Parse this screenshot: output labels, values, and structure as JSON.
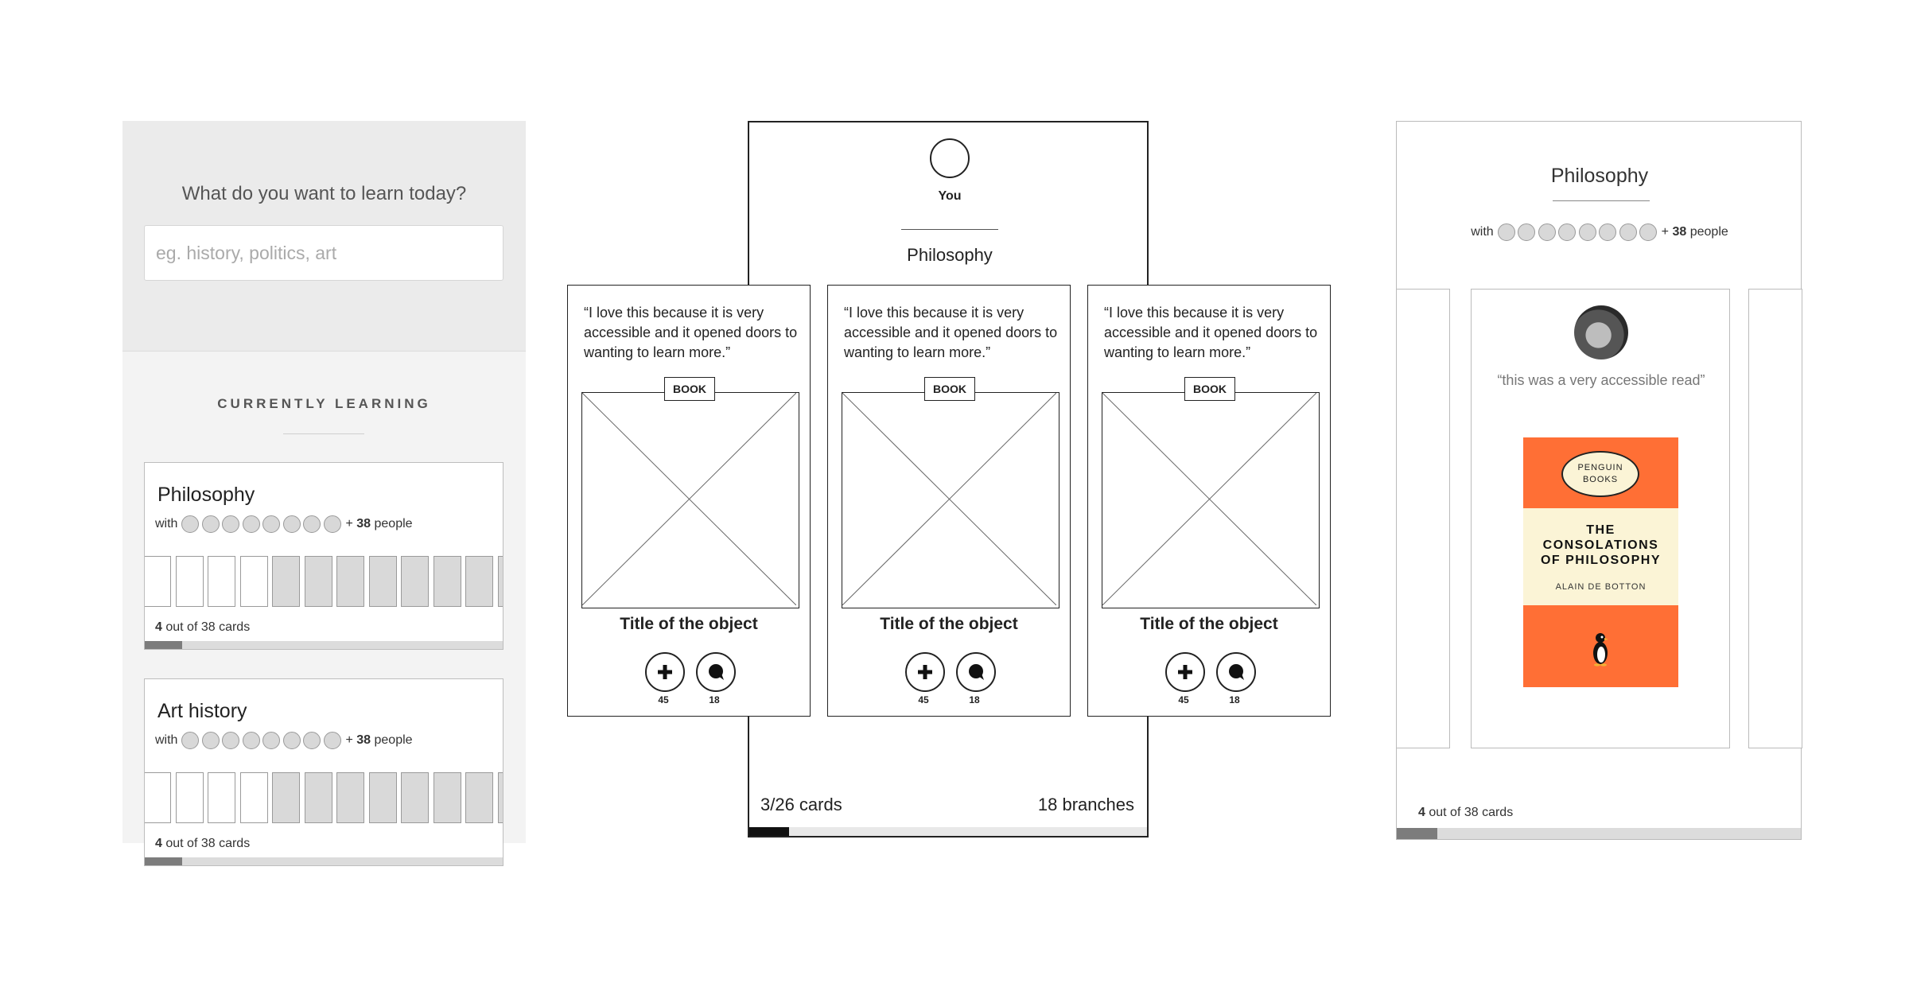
{
  "learn_screen": {
    "question": "What do you want to learn today?",
    "search_placeholder": "eg. history, politics, art",
    "section_title": "CURRENTLY LEARNING",
    "topics": [
      {
        "title": "Philosophy",
        "with_label": "with",
        "plus": "+",
        "people_count": "38",
        "people_label": "people",
        "cards_done": "4",
        "cards_text": "out of 38 cards",
        "progress": 0.105
      },
      {
        "title": "Art history",
        "with_label": "with",
        "plus": "+",
        "people_count": "38",
        "people_label": "people",
        "cards_done": "4",
        "cards_text": "out of 38 cards",
        "progress": 0.105
      }
    ]
  },
  "branch_screen": {
    "user_label": "You",
    "topic": "Philosophy",
    "cards_label": "3/26 cards",
    "branches_label": "18 branches",
    "progress": 0.1,
    "object_cards": [
      {
        "quote": "“I love this because it is very accessible and it opened doors to wanting to learn more.”",
        "badge": "BOOK",
        "title": "Title of the object",
        "add_count": "45",
        "comment_count": "18"
      },
      {
        "quote": "“I love this because it is very accessible and it opened doors to wanting to learn more.”",
        "badge": "BOOK",
        "title": "Title of the object",
        "add_count": "45",
        "comment_count": "18"
      },
      {
        "quote": "“I love this because it is very accessible and it opened doors to wanting to learn more.”",
        "badge": "BOOK",
        "title": "Title of the object",
        "add_count": "45",
        "comment_count": "18"
      }
    ]
  },
  "detail_screen": {
    "topic": "Philosophy",
    "with_label": "with",
    "plus": "+",
    "people_count": "38",
    "people_label": "people",
    "quote": "“this was a very accessible read”",
    "book": {
      "publisher_line1": "PENGUIN",
      "publisher_line2": "BOOKS",
      "title": "THE\nCONSOLATIONS\nOF PHILOSOPHY",
      "author": "ALAIN DE BOTTON"
    },
    "cards_done": "4",
    "cards_text": "out of 38 cards",
    "progress": 0.1
  },
  "colors": {
    "screen1_top": "#ebebeb",
    "screen1_bottom": "#f3f3f3",
    "book_orange": "#ff6f35",
    "book_cream": "#fbf4d6",
    "progress_fill": "#7c7c7c"
  }
}
